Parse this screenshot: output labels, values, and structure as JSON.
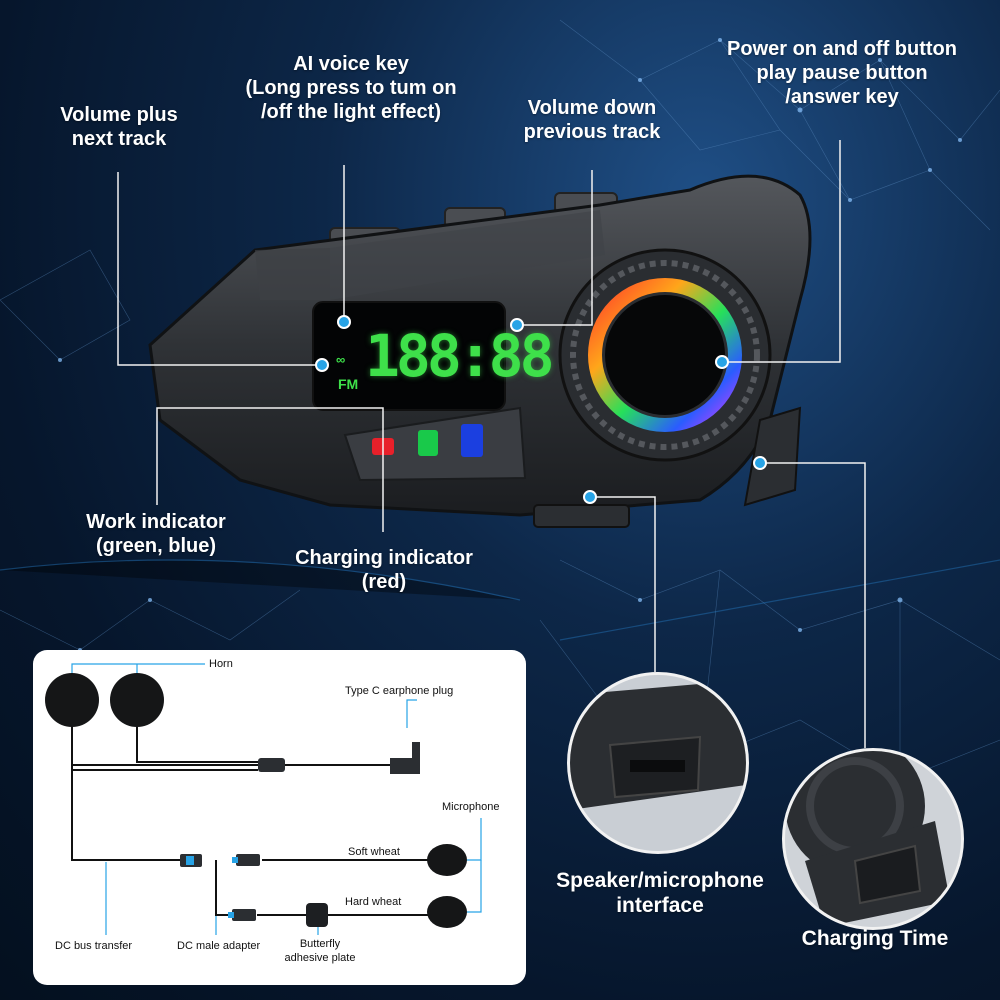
{
  "callouts": {
    "volume_plus": [
      "Volume plus",
      "next track"
    ],
    "ai_voice": [
      "AI voice key",
      "(Long press to tum on",
      "/off the light effect)"
    ],
    "volume_down": [
      "Volume down",
      "previous track"
    ],
    "power": [
      "Power on and off button",
      "play pause button",
      "/answer key"
    ],
    "work_indicator": [
      "Work indicator",
      "(green, blue)"
    ],
    "charging_indicator": [
      "Charging indicator",
      "(red)"
    ],
    "speaker_interface": [
      "Speaker/microphone",
      "interface"
    ],
    "charging_time": "Charging Time"
  },
  "display": {
    "digits": "188:88",
    "fm": "FM",
    "icon": "link-icon"
  },
  "indicator_colors": {
    "red": "#e8202a",
    "green": "#19c94a",
    "blue": "#1b3fe0"
  },
  "accessories": {
    "horn": "Horn",
    "type_c": "Type C earphone plug",
    "microphone": "Microphone",
    "soft_wheat": "Soft wheat",
    "hard_wheat": "Hard wheat",
    "dc_bus": "DC bus transfer",
    "dc_male": "DC male adapter",
    "butterfly": [
      "Butterfly",
      "adhesive plate"
    ]
  },
  "colors": {
    "dot": "#27a3e6",
    "display_green": "#3ee04a"
  }
}
